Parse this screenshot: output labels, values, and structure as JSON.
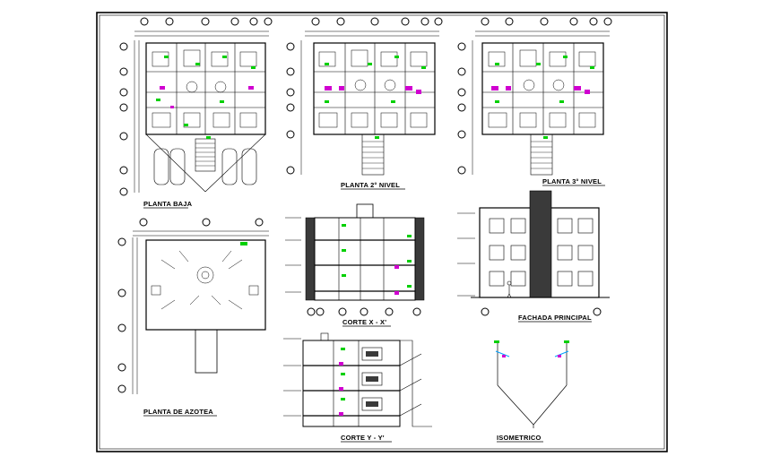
{
  "colors": {
    "paper": "#ffffff",
    "ink": "#000000",
    "wall_hatch": "#3a3a3a",
    "green_marker": "#00d000",
    "magenta_fixture": "#d000d0",
    "cyan_pipe": "#00a0ff"
  },
  "sheet": {
    "views": [
      {
        "id": "planta-baja",
        "title": "PLANTA BAJA"
      },
      {
        "id": "planta-2",
        "title": "PLANTA 2° NIVEL"
      },
      {
        "id": "planta-3",
        "title": "PLANTA 3° NIVEL"
      },
      {
        "id": "planta-azotea",
        "title": "PLANTA DE AZOTEA"
      },
      {
        "id": "corte-x",
        "title": "CORTE X - X'"
      },
      {
        "id": "fachada",
        "title": "FACHADA PRINCIPAL"
      },
      {
        "id": "corte-y",
        "title": "CORTE Y - Y'"
      },
      {
        "id": "isometrico",
        "title": "ISOMETRICO"
      }
    ]
  }
}
